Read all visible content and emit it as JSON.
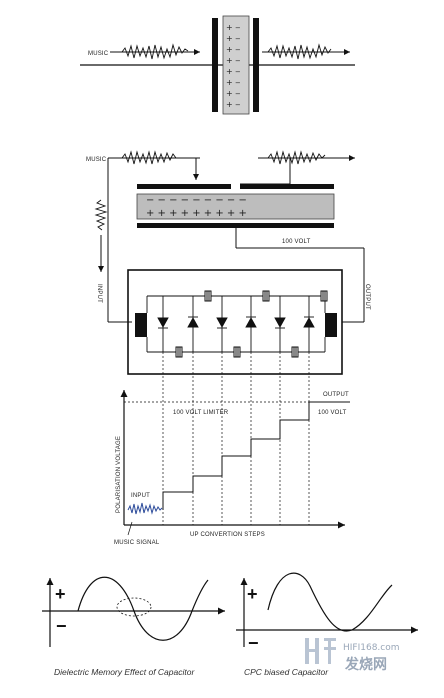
{
  "labels": {
    "music_top": "MUSIC",
    "music_mid": "MUSIC",
    "input_vertical": "INPUT",
    "output_vertical": "OUTPUT",
    "hundred_volt": "100 VOLT",
    "output_graph": "OUTPUT",
    "limiter": "100 VOLT LIMITER",
    "hundred_volt_graph": "100 VOLT",
    "polarisation_voltage": "POLARISATION VOLTAGE",
    "input_graph": "INPUT",
    "up_conversion": "UP CONVERTION STEPS",
    "music_signal": "MUSIC SIGNAL"
  },
  "captions": {
    "left": "Dielectric Memory Effect of Capacitor",
    "right": "CPC biased Capacitor"
  },
  "symbols": {
    "plus": "+",
    "minus": "−"
  },
  "watermark": {
    "site": "HIFI168.com",
    "brand": "发烧网"
  }
}
